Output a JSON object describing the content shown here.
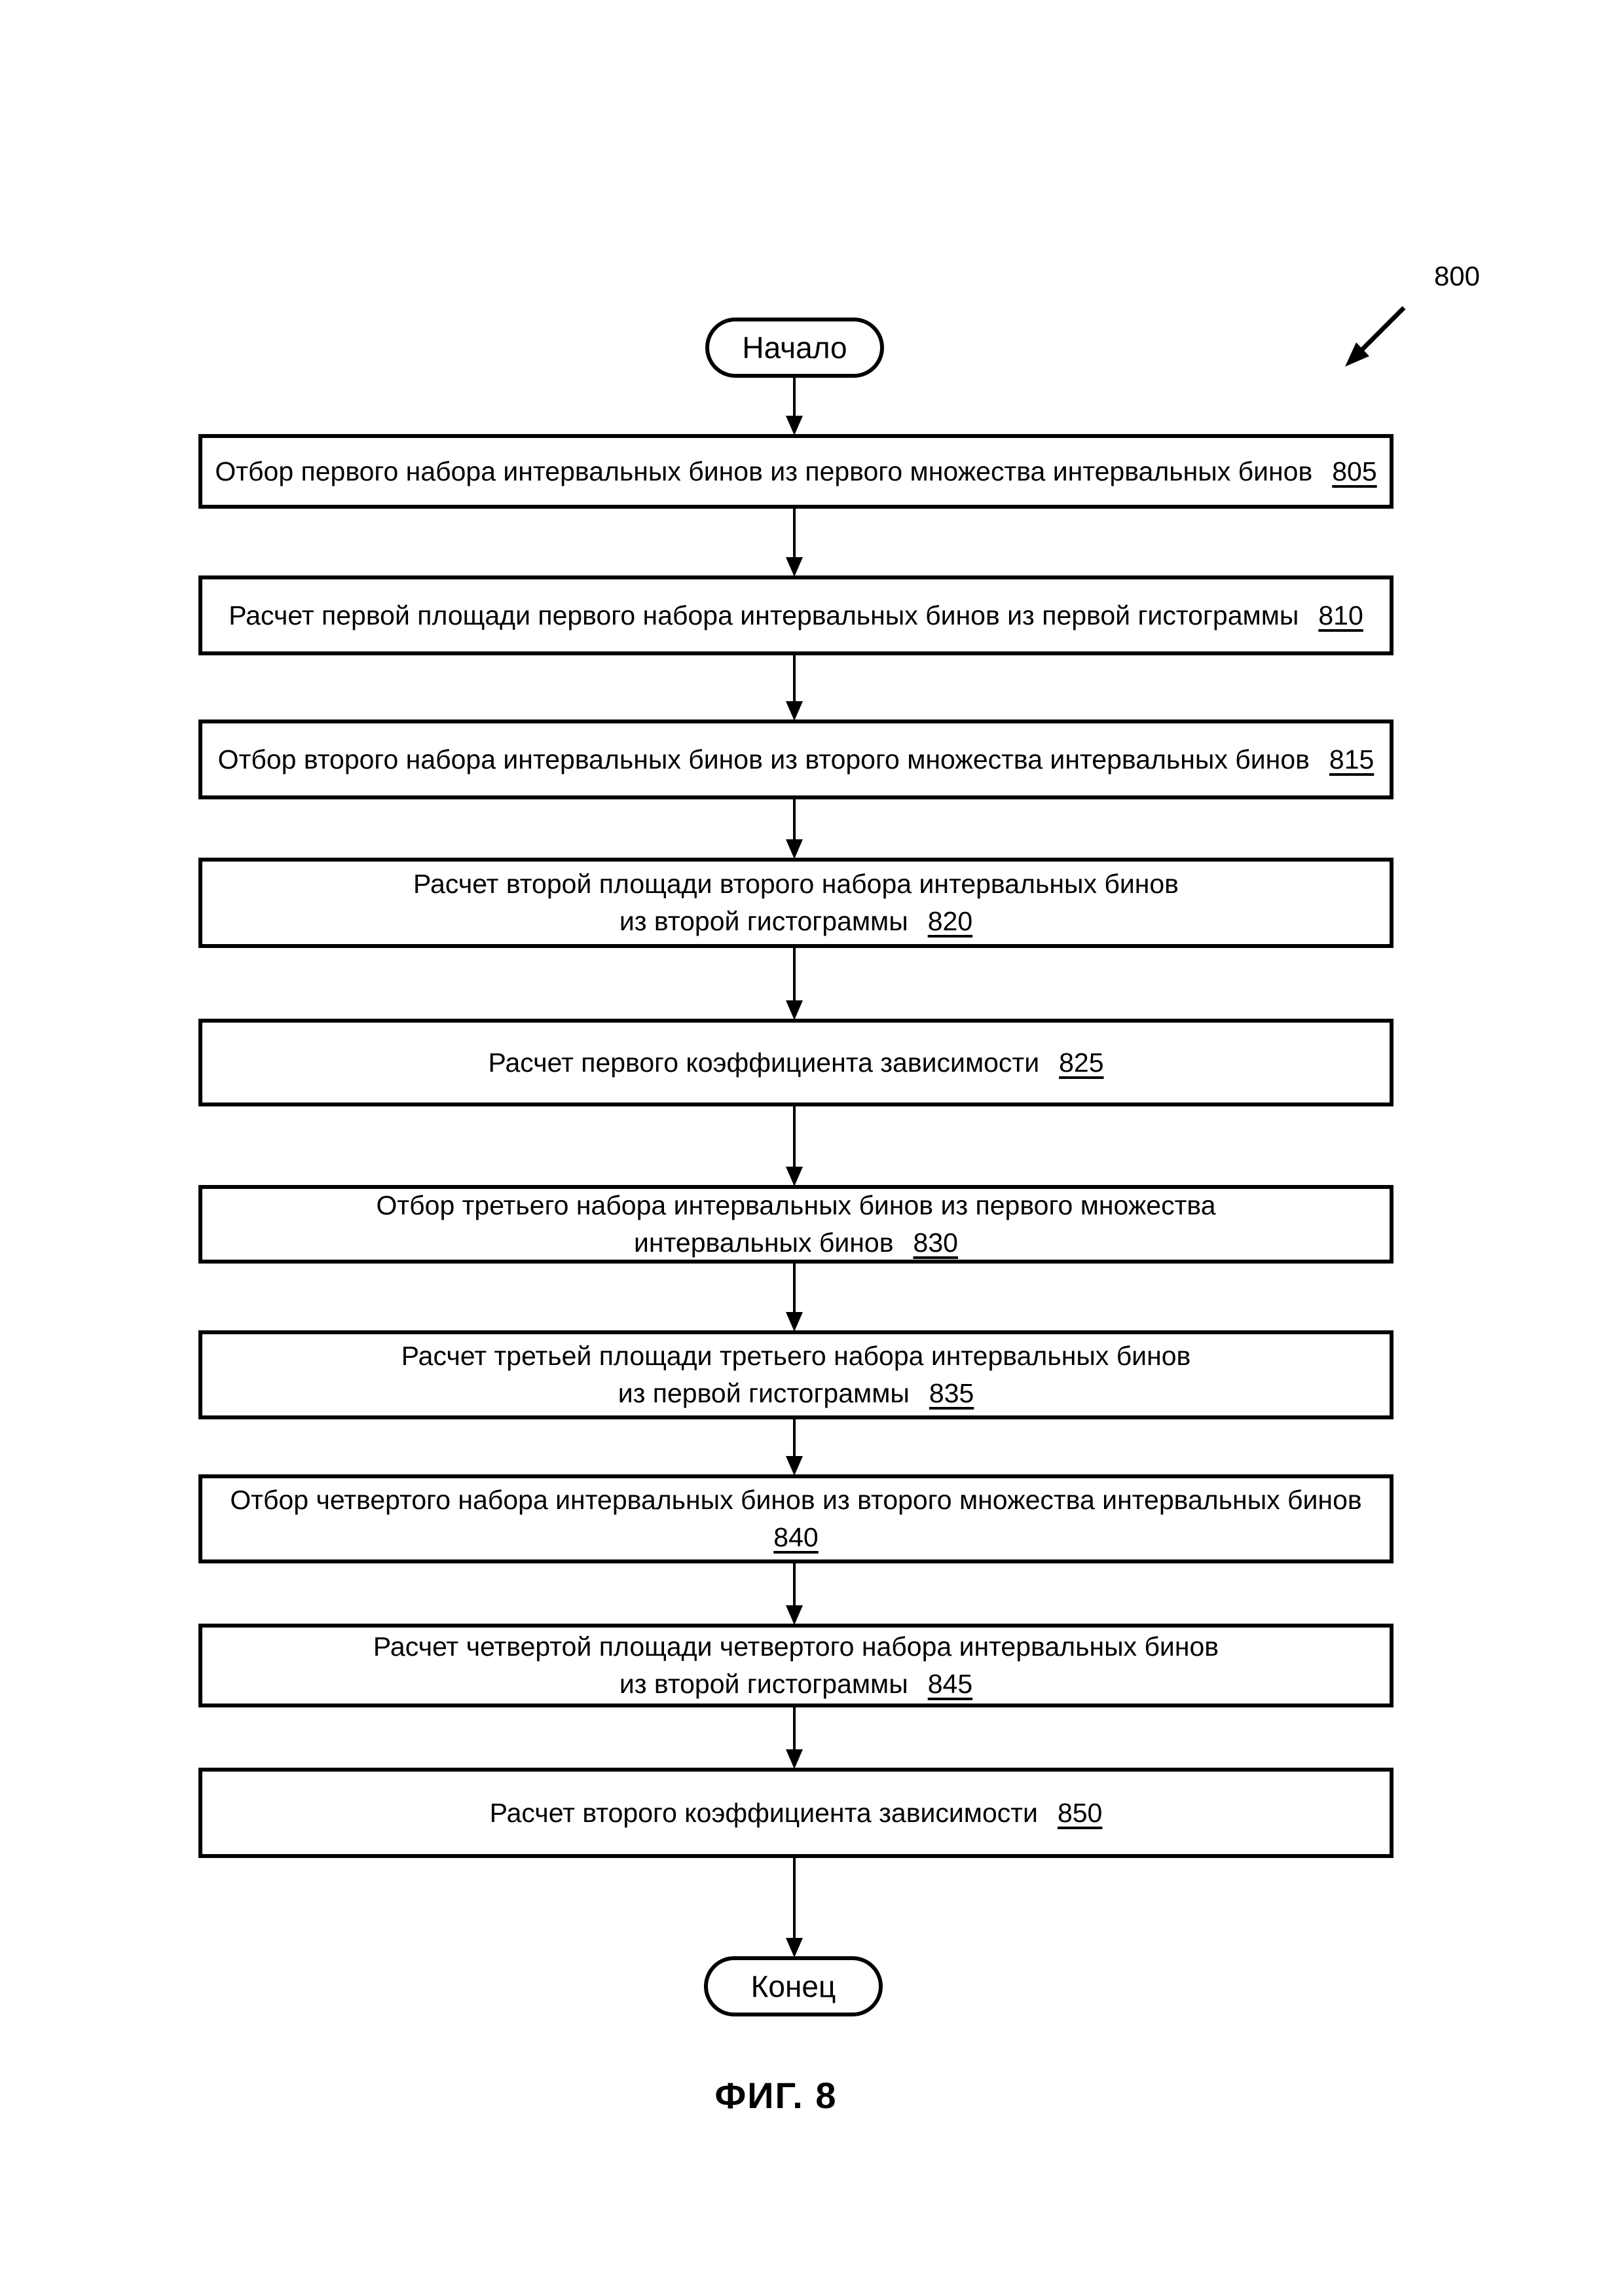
{
  "figure": {
    "reference_number": "800",
    "caption": "ФИГ. 8"
  },
  "flowchart": {
    "start_label": "Начало",
    "end_label": "Конец",
    "steps": [
      {
        "line1": "Отбор первого набора интервальных бинов из первого множества интервальных бинов",
        "ref": "805"
      },
      {
        "line1": "Расчет первой площади первого набора интервальных бинов из первой гистограммы",
        "ref": "810"
      },
      {
        "line1": "Отбор второго набора интервальных бинов из второго множества интервальных бинов",
        "ref": "815"
      },
      {
        "line1": "Расчет второй площади второго набора интервальных бинов",
        "line2": "из второй гистограммы",
        "ref": "820"
      },
      {
        "line1": "Расчет первого коэффициента зависимости",
        "ref": "825"
      },
      {
        "line1": "Отбор третьего набора интервальных бинов из первого множества",
        "line2": "интервальных бинов",
        "ref": "830"
      },
      {
        "line1": "Расчет третьей площади третьего набора интервальных бинов",
        "line2": "из первой гистограммы",
        "ref": "835"
      },
      {
        "line1": "Отбор четвертого набора интервальных бинов из второго множества интервальных бинов",
        "ref": "840"
      },
      {
        "line1": "Расчет четвертой площади четвертого набора интервальных бинов",
        "line2": "из второй гистограммы",
        "ref": "845"
      },
      {
        "line1": "Расчет второго коэффициента зависимости",
        "ref": "850"
      }
    ]
  },
  "colors": {
    "line": "#000000",
    "background": "#ffffff"
  }
}
